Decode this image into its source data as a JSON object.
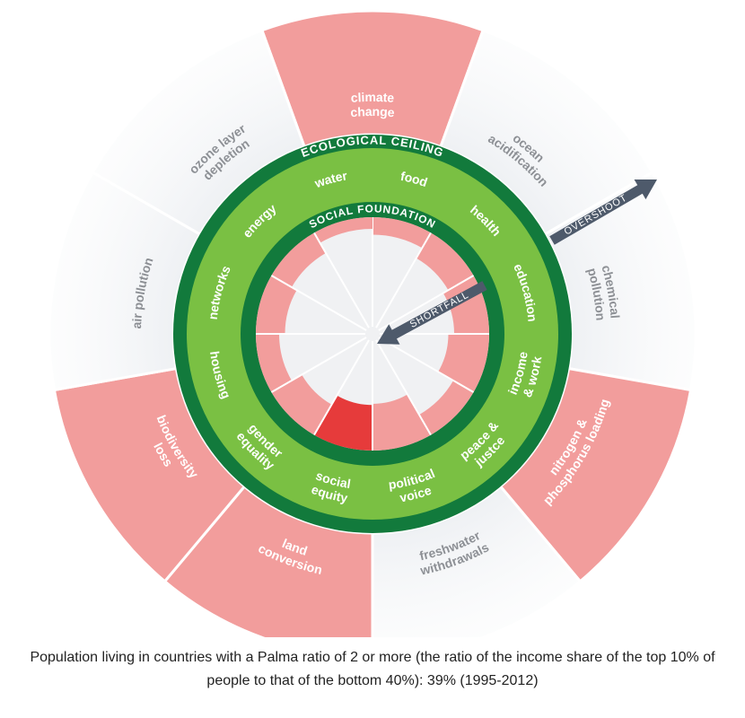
{
  "diagram": {
    "ceiling_label": "ECOLOGICAL CEILING",
    "foundation_label": "SOCIAL FOUNDATION",
    "overshoot_label": "OVERSHOOT",
    "shortfall_label": "SHORTFALL",
    "colors": {
      "overshoot": "#f29d9c",
      "overshoot_soft": "#e9ecf0",
      "shortfall": "#f29d9c",
      "shortfall_highlight": "#e63b3b",
      "foundation_fill": "#f0f1f3",
      "dark_green": "#127a3c",
      "light_green": "#7ac043",
      "arrow": "#4e5a6b",
      "ecological_label": "#8d9095"
    },
    "ecological": [
      {
        "id": "climate-change",
        "lines": [
          "climate",
          "change"
        ],
        "overshoot": true
      },
      {
        "id": "ocean-acidification",
        "lines": [
          "ocean",
          "acidification"
        ],
        "overshoot": false
      },
      {
        "id": "chemical-pollution",
        "lines": [
          "chemical",
          "pollution"
        ],
        "overshoot": false
      },
      {
        "id": "nitrogen-phosphorus-loading",
        "lines": [
          "nitrogen &",
          "phosphorus loading"
        ],
        "overshoot": true
      },
      {
        "id": "freshwater-withdrawals",
        "lines": [
          "freshwater",
          "withdrawals"
        ],
        "overshoot": false
      },
      {
        "id": "land-conversion",
        "lines": [
          "land",
          "conversion"
        ],
        "overshoot": true
      },
      {
        "id": "biodiversity-loss",
        "lines": [
          "biodiversity",
          "loss"
        ],
        "overshoot": true
      },
      {
        "id": "air-pollution",
        "lines": [
          "air pollution"
        ],
        "overshoot": false
      },
      {
        "id": "ozone-layer-depletion",
        "lines": [
          "ozone layer",
          "depletion"
        ],
        "overshoot": false
      }
    ],
    "social": [
      {
        "id": "food",
        "lines": [
          "food"
        ],
        "shortfall": 0.15
      },
      {
        "id": "health",
        "lines": [
          "health"
        ],
        "shortfall": 0.25
      },
      {
        "id": "education",
        "lines": [
          "education"
        ],
        "shortfall": 0.3
      },
      {
        "id": "income-work",
        "lines": [
          "income",
          "& work"
        ],
        "shortfall": 0.35
      },
      {
        "id": "peace-justice",
        "lines": [
          "peace &",
          "justce"
        ],
        "shortfall": 0.2
      },
      {
        "id": "political-voice",
        "lines": [
          "political",
          "voice"
        ],
        "shortfall": 0.4
      },
      {
        "id": "social-equity",
        "lines": [
          "social",
          "equity"
        ],
        "shortfall": 0.39,
        "highlight": true
      },
      {
        "id": "gender-equality",
        "lines": [
          "gender",
          "equality"
        ],
        "shortfall": 0.3
      },
      {
        "id": "housing",
        "lines": [
          "housing"
        ],
        "shortfall": 0.2
      },
      {
        "id": "networks",
        "lines": [
          "networks"
        ],
        "shortfall": 0.25
      },
      {
        "id": "energy",
        "lines": [
          "energy"
        ],
        "shortfall": 0.2
      },
      {
        "id": "water",
        "lines": [
          "water"
        ],
        "shortfall": 0.1
      }
    ]
  },
  "caption": "Population living in countries with a Palma ratio of 2 or more (the ratio of the income share of the top 10% of people to that of the bottom 40%): 39% (1995-2012)"
}
